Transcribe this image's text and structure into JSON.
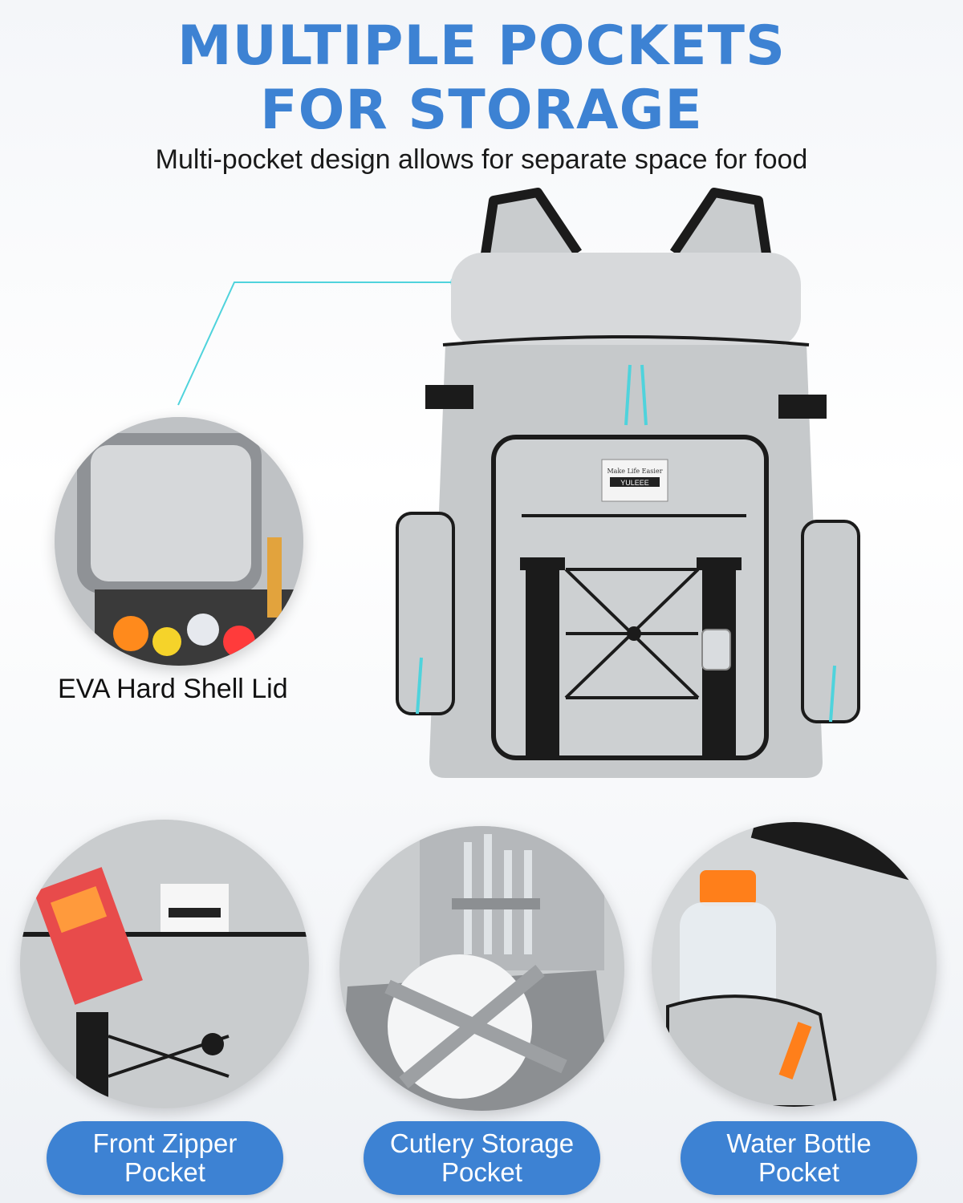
{
  "header": {
    "title_line1": "MULTIPLE POCKETS",
    "title_line2": "FOR STORAGE",
    "subtitle": "Multi-pocket design allows for separate space for food"
  },
  "callouts": {
    "lid_label": "EVA Hard Shell Lid"
  },
  "backpack": {
    "brand_small": "Make Life Easier",
    "brand": "YULEEE"
  },
  "features": [
    {
      "line1": "Front Zipper",
      "line2": "Pocket"
    },
    {
      "line1": "Cutlery Storage",
      "line2": "Pocket"
    },
    {
      "line1": "Water Bottle",
      "line2": "Pocket"
    }
  ],
  "colors": {
    "accent": "#3d82d3",
    "teal": "#4fd3dc",
    "bag_gray": "#c9ccce"
  }
}
